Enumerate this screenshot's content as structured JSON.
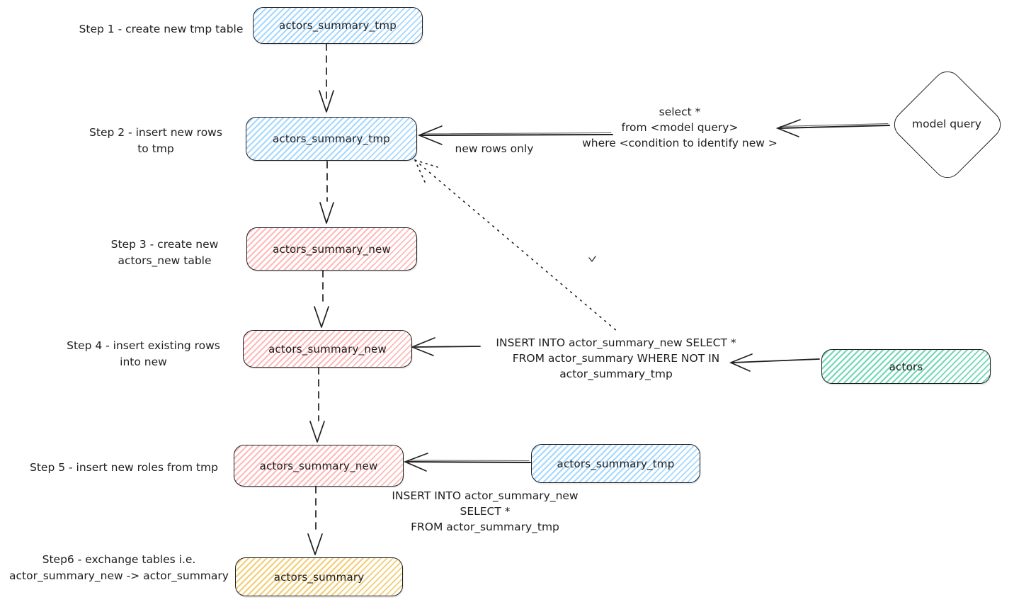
{
  "colors": {
    "blue": "#a5d8ff",
    "red": "#ffb9b9",
    "green": "#6fd8b6",
    "yellow": "#f3cd74",
    "stroke": "#1e1e1e"
  },
  "steps": [
    {
      "label": "Step 1 - create new tmp table",
      "label2": "",
      "node": "actors_summary_tmp"
    },
    {
      "label": "Step 2 - insert new rows",
      "label2": "to tmp",
      "node": "actors_summary_tmp"
    },
    {
      "label": "Step 3 - create new",
      "label2": "actors_new table",
      "node": "actors_summary_new"
    },
    {
      "label": "Step 4 - insert existing rows",
      "label2": "into new",
      "node": "actors_summary_new"
    },
    {
      "label": "Step 5 - insert new roles from tmp",
      "label2": "",
      "node": "actors_summary_new"
    },
    {
      "label": "Step6 - exchange tables i.e.",
      "label2": "actor_summary_new -> actor_summary",
      "node": "actors_summary"
    }
  ],
  "nodes": {
    "model_query": "model query",
    "actors": "actors",
    "actors_summary_tmp_source": "actors_summary_tmp"
  },
  "annotations": {
    "new_rows_only": "new rows only",
    "model_sql_1": "select *",
    "model_sql_2": "from <model query>",
    "model_sql_3": "where <condition to identify new >",
    "insert_existing_1": "INSERT INTO actor_summary_new SELECT *",
    "insert_existing_2": "FROM actor_summary WHERE NOT IN",
    "insert_existing_3": "actor_summary_tmp",
    "insert_new_1": "INSERT INTO actor_summary_new",
    "insert_new_2": "SELECT *",
    "insert_new_3": "FROM actor_summary_tmp"
  }
}
